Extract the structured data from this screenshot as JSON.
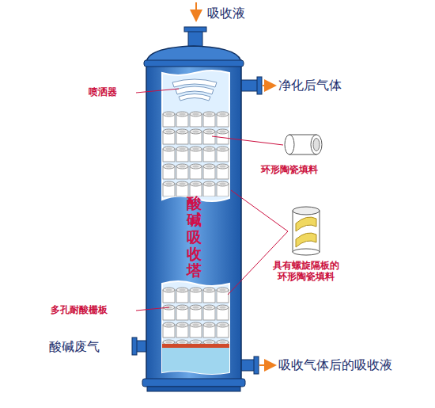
{
  "diagram": {
    "nodes": [
      {
        "text": [
          "酸碱吸收塔"
        ]
      }
    ],
    "labels": [
      "吸收液",
      "喷洒器",
      "净化后气体",
      "环形陶瓷填料",
      "具有螺旋隔板的 环形陶瓷填料",
      "多孔耐酸栅板",
      "酸碱废气",
      "吸收气体后的吸收液"
    ]
  }
}
